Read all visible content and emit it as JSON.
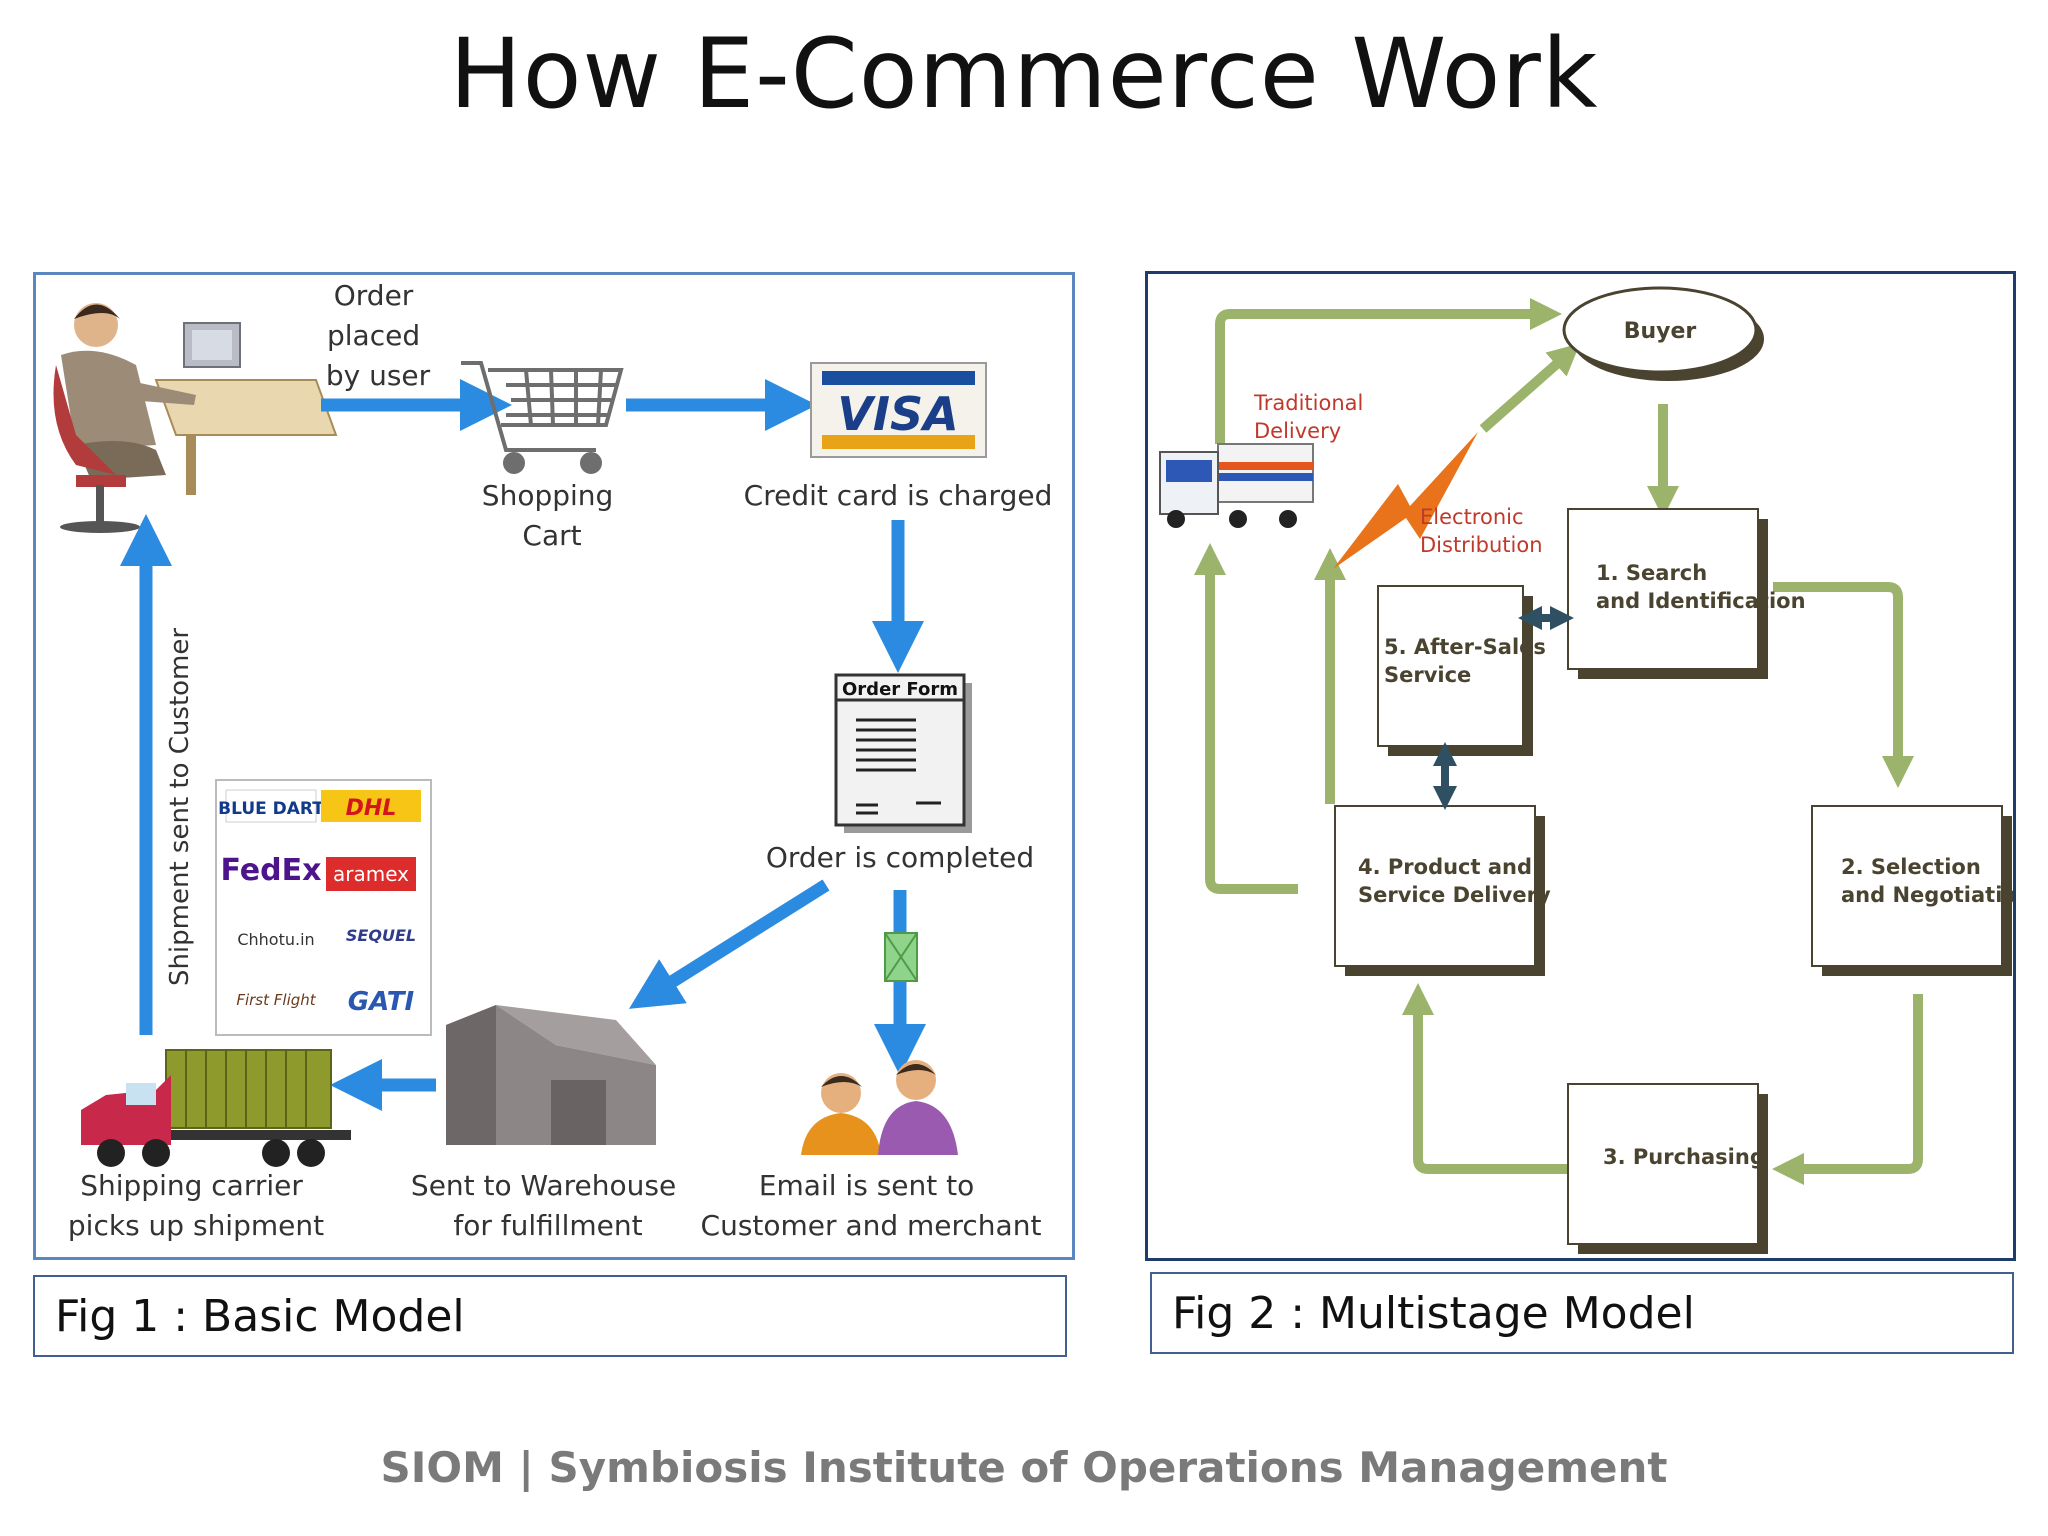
{
  "slide": {
    "title": "How E-Commerce Work",
    "footer": "SIOM | Symbiosis Institute of Operations Management"
  },
  "fig1": {
    "caption": "Fig 1 : Basic Model",
    "labels": {
      "order_placed": [
        "Order",
        "placed",
        "by user"
      ],
      "shopping_cart": [
        "Shopping",
        "Cart"
      ],
      "credit_card": "Credit card is charged",
      "visa": "VISA",
      "order_form_header": "Order Form",
      "order_completed": "Order is completed",
      "email": [
        "Email is sent to",
        "Customer and merchant"
      ],
      "warehouse": [
        "Sent to Warehouse",
        "for fulfillment"
      ],
      "carrier": [
        "Shipping carrier",
        "picks up shipment"
      ],
      "shipment": "Shipment sent to Customer"
    },
    "logos": [
      "BLUE DART",
      "DHL",
      "FedEx",
      "aramex",
      "Chhotu.in",
      "SEQUEL",
      "First Flight",
      "GATI"
    ],
    "colors": {
      "arrow": "#2b8be0",
      "border": "#5b86c0"
    }
  },
  "fig2": {
    "caption": "Fig 2 : Multistage Model",
    "buyer": "Buyer",
    "traditional_delivery": [
      "Traditional",
      "Delivery"
    ],
    "electronic_distribution": [
      "Electronic",
      "Distribution"
    ],
    "stages": {
      "search": [
        "1. Search",
        "and Identification"
      ],
      "selection": [
        "2. Selection",
        "and Negotiation"
      ],
      "purchasing": [
        "3. Purchasing"
      ],
      "delivery": [
        "4. Product and",
        "Service Delivery"
      ],
      "after_sales": [
        "5. After-Sales",
        "Service"
      ]
    },
    "colors": {
      "arrow": "#9bb36a",
      "shadow": "#4a4330",
      "accent_text": "#c0392b",
      "double_arrow": "#2f4f63"
    }
  }
}
